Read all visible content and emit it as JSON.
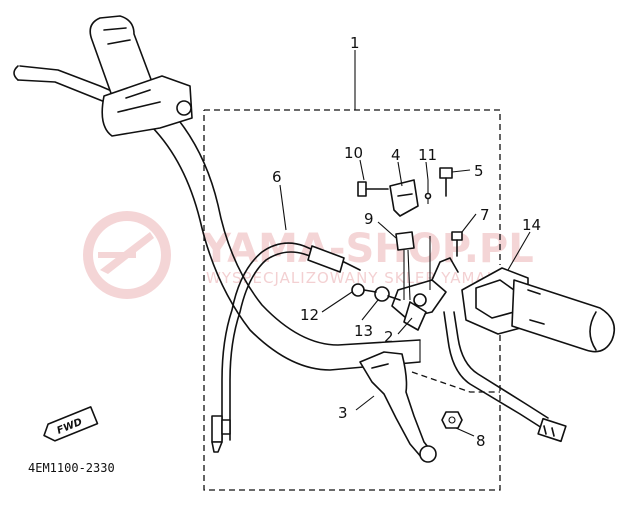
{
  "diagram": {
    "part_labels": [
      "1",
      "2",
      "3",
      "4",
      "5",
      "6",
      "7",
      "8",
      "9",
      "10",
      "11",
      "12",
      "13",
      "14"
    ],
    "drawing_code": "4EM1100-2330",
    "direction_tag": "FWD"
  },
  "watermark": {
    "main_text": "YAMA-SHOP.PL",
    "sub_text": "WYSPECJALIZOWANY SKLEP YAMAHA"
  }
}
